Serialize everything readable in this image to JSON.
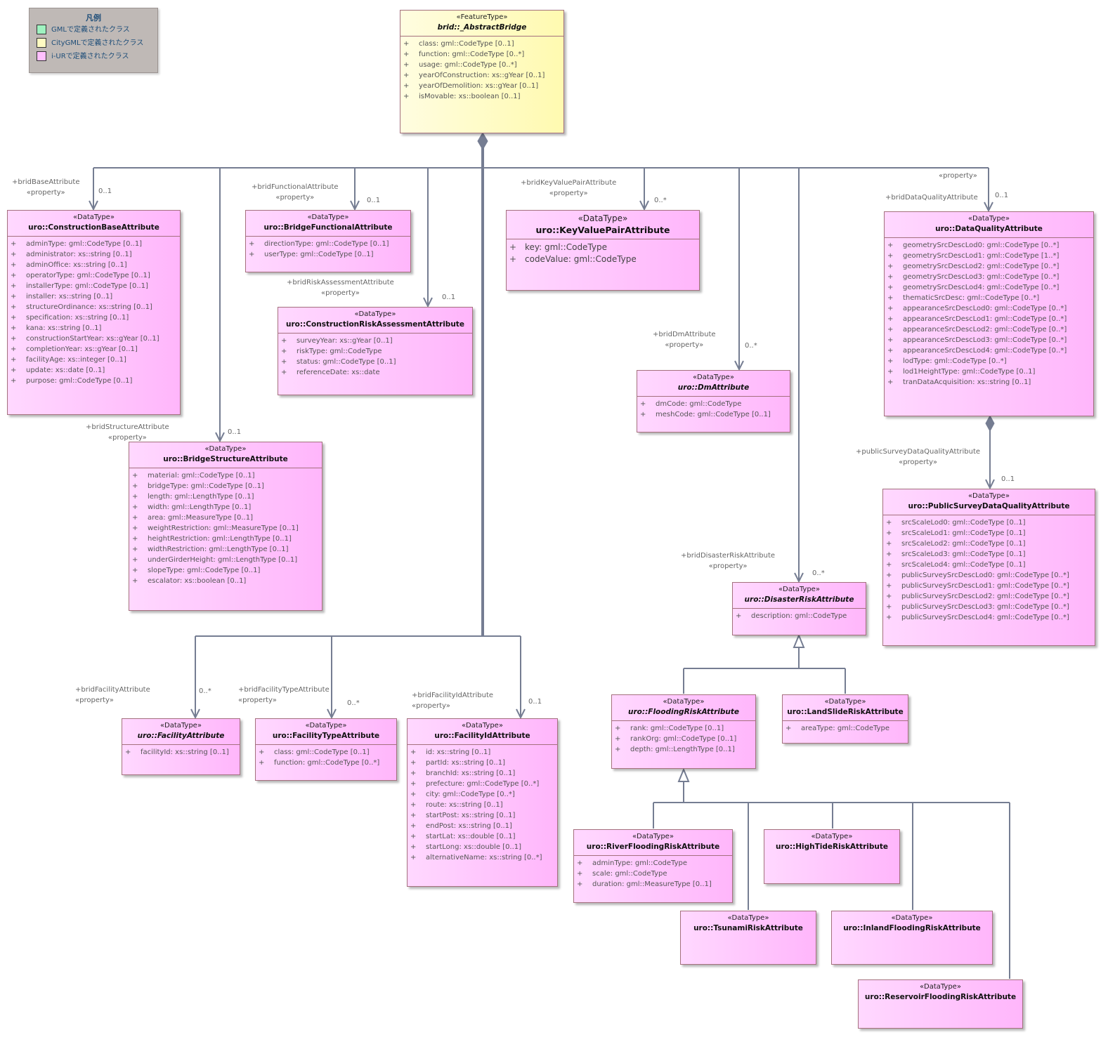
{
  "legend": {
    "title": "凡例",
    "items": [
      {
        "label": "GMLで定義されたクラス",
        "color": "#9ff2c0"
      },
      {
        "label": "CityGMLで定義されたクラス",
        "color": "#fffbc2"
      },
      {
        "label": "i-URで定義されたクラス",
        "color": "#ffc0ff"
      }
    ]
  },
  "classes": {
    "abstractBridge": {
      "stereotype": "«FeatureType»",
      "name": "brid::_AbstractBridge",
      "attrs": [
        "class: gml::CodeType [0..1]",
        "function: gml::CodeType [0..*]",
        "usage: gml::CodeType [0..*]",
        "yearOfConstruction: xs::gYear [0..1]",
        "yearOfDemolition: xs::gYear [0..1]",
        "isMovable: xs::boolean [0..1]"
      ]
    },
    "constructionBase": {
      "stereotype": "«DataType»",
      "name": "uro::ConstructionBaseAttribute",
      "attrs": [
        "adminType: gml::CodeType [0..1]",
        "administrator: xs::string [0..1]",
        "adminOffice: xs::string [0..1]",
        "operatorType: gml::CodeType [0..1]",
        "installerType: gml::CodeType [0..1]",
        "installer: xs::string [0..1]",
        "structureOrdinance: xs::string [0..1]",
        "specification: xs::string [0..1]",
        "kana: xs::string [0..1]",
        "constructionStartYear: xs::gYear [0..1]",
        "completionYear: xs::gYear [0..1]",
        "facilityAge: xs::integer [0..1]",
        "update: xs::date [0..1]",
        "purpose: gml::CodeType [0..1]"
      ]
    },
    "bridgeFunctional": {
      "stereotype": "«DataType»",
      "name": "uro::BridgeFunctionalAttribute",
      "attrs": [
        "directionType: gml::CodeType [0..1]",
        "userType: gml::CodeType [0..1]"
      ]
    },
    "riskAssessment": {
      "stereotype": "«DataType»",
      "name": "uro::ConstructionRiskAssessmentAttribute",
      "attrs": [
        "surveyYear: xs::gYear [0..1]",
        "riskType: gml::CodeType",
        "status: gml::CodeType [0..1]",
        "referenceDate: xs::date"
      ]
    },
    "keyValuePair": {
      "stereotype": "«DataType»",
      "name": "uro::KeyValuePairAttribute",
      "attrs": [
        "key: gml::CodeType",
        "codeValue: gml::CodeType"
      ]
    },
    "dataQuality": {
      "stereotype": "«DataType»",
      "name": "uro::DataQualityAttribute",
      "attrs": [
        "geometrySrcDescLod0: gml::CodeType [0..*]",
        "geometrySrcDescLod1: gml::CodeType [1..*]",
        "geometrySrcDescLod2: gml::CodeType [0..*]",
        "geometrySrcDescLod3: gml::CodeType [0..*]",
        "geometrySrcDescLod4: gml::CodeType [0..*]",
        "thematicSrcDesc: gml::CodeType [0..*]",
        "appearanceSrcDescLod0: gml::CodeType [0..*]",
        "appearanceSrcDescLod1: gml::CodeType [0..*]",
        "appearanceSrcDescLod2: gml::CodeType [0..*]",
        "appearanceSrcDescLod3: gml::CodeType [0..*]",
        "appearanceSrcDescLod4: gml::CodeType [0..*]",
        "lodType: gml::CodeType [0..*]",
        "lod1HeightType: gml::CodeType [0..1]",
        "tranDataAcquisition: xs::string [0..1]"
      ]
    },
    "dm": {
      "stereotype": "«DataType»",
      "name": "uro::DmAttribute",
      "attrs": [
        "dmCode: gml::CodeType",
        "meshCode: gml::CodeType [0..1]"
      ]
    },
    "bridgeStructure": {
      "stereotype": "«DataType»",
      "name": "uro::BridgeStructureAttribute",
      "attrs": [
        "material: gml::CodeType [0..1]",
        "bridgeType: gml::CodeType [0..1]",
        "length: gml::LengthType [0..1]",
        "width: gml::LengthType [0..1]",
        "area: gml::MeasureType [0..1]",
        "weightRestriction: gml::MeasureType [0..1]",
        "heightRestriction: gml::LengthType [0..1]",
        "widthRestriction: gml::LengthType [0..1]",
        "underGirderHeight: gml::LengthType [0..1]",
        "slopeType: gml::CodeType [0..1]",
        "escalator: xs::boolean [0..1]"
      ]
    },
    "publicSurvey": {
      "stereotype": "«DataType»",
      "name": "uro::PublicSurveyDataQualityAttribute",
      "attrs": [
        "srcScaleLod0: gml::CodeType [0..1]",
        "srcScaleLod1: gml::CodeType [0..1]",
        "srcScaleLod2: gml::CodeType [0..1]",
        "srcScaleLod3: gml::CodeType [0..1]",
        "srcScaleLod4: gml::CodeType [0..1]",
        "publicSurveySrcDescLod0: gml::CodeType [0..*]",
        "publicSurveySrcDescLod1: gml::CodeType [0..*]",
        "publicSurveySrcDescLod2: gml::CodeType [0..*]",
        "publicSurveySrcDescLod3: gml::CodeType [0..*]",
        "publicSurveySrcDescLod4: gml::CodeType [0..*]"
      ]
    },
    "disasterRisk": {
      "stereotype": "«DataType»",
      "name": "uro::DisasterRiskAttribute",
      "attrs": [
        "description: gml::CodeType"
      ]
    },
    "facility": {
      "stereotype": "«DataType»",
      "name": "uro::FacilityAttribute",
      "attrs": [
        "facilityId: xs::string [0..1]"
      ]
    },
    "facilityType": {
      "stereotype": "«DataType»",
      "name": "uro::FacilityTypeAttribute",
      "attrs": [
        "class: gml::CodeType [0..1]",
        "function: gml::CodeType [0..*]"
      ]
    },
    "facilityId": {
      "stereotype": "«DataType»",
      "name": "uro::FacilityIdAttribute",
      "attrs": [
        "id: xs::string [0..1]",
        "partId: xs::string [0..1]",
        "branchId: xs::string [0..1]",
        "prefecture: gml::CodeType [0..*]",
        "city: gml::CodeType [0..*]",
        "route: xs::string [0..1]",
        "startPost: xs::string [0..1]",
        "endPost: xs::string [0..1]",
        "startLat: xs::double [0..1]",
        "startLong: xs::double [0..1]",
        "alternativeName: xs::string [0..*]"
      ]
    },
    "floodingRisk": {
      "stereotype": "«DataType»",
      "name": "uro::FloodingRiskAttribute",
      "attrs": [
        "rank: gml::CodeType [0..1]",
        "rankOrg: gml::CodeType [0..1]",
        "depth: gml::LengthType [0..1]"
      ]
    },
    "landSlide": {
      "stereotype": "«DataType»",
      "name": "uro::LandSlideRiskAttribute",
      "attrs": [
        "areaType: gml::CodeType"
      ]
    },
    "riverFlooding": {
      "stereotype": "«DataType»",
      "name": "uro::RiverFloodingRiskAttribute",
      "attrs": [
        "adminType: gml::CodeType",
        "scale: gml::CodeType",
        "duration: gml::MeasureType [0..1]"
      ]
    },
    "highTide": {
      "stereotype": "«DataType»",
      "name": "uro::HighTideRiskAttribute",
      "attrs": []
    },
    "tsunami": {
      "stereotype": "«DataType»",
      "name": "uro::TsunamiRiskAttribute",
      "attrs": []
    },
    "inlandFlooding": {
      "stereotype": "«DataType»",
      "name": "uro::InlandFloodingRiskAttribute",
      "attrs": []
    },
    "reservoirFlooding": {
      "stereotype": "«DataType»",
      "name": "uro::ReservoirFloodingRiskAttribute",
      "attrs": []
    }
  },
  "roles": {
    "base": {
      "role": "+bridBaseAttribute",
      "stereotype": "«property»",
      "multiplicity": "0..1"
    },
    "functional": {
      "role": "+bridFunctionalAttribute",
      "stereotype": "«property»",
      "multiplicity": "0..1"
    },
    "risk": {
      "role": "+bridRiskAssessmentAttribute",
      "stereotype": "«property»",
      "multiplicity": "0..1"
    },
    "keyValue": {
      "role": "+bridKeyValuePairAttribute",
      "stereotype": "«property»",
      "multiplicity": "0..*"
    },
    "dataQuality": {
      "role": "+bridDataQualityAttribute",
      "stereotype": "«property»",
      "multiplicity": "0..1"
    },
    "dm": {
      "role": "+bridDmAttribute",
      "stereotype": "«property»",
      "multiplicity": "0..*"
    },
    "structure": {
      "role": "+bridStructureAttribute",
      "stereotype": "«property»",
      "multiplicity": "0..1"
    },
    "publicSurvey": {
      "role": "+publicSurveyDataQualityAttribute",
      "stereotype": "«property»",
      "multiplicity": "0..1"
    },
    "disaster": {
      "role": "+bridDisasterRiskAttribute",
      "stereotype": "«property»",
      "multiplicity": "0..*"
    },
    "facility": {
      "role": "+bridFacilityAttribute",
      "stereotype": "«property»",
      "multiplicity": "0..*"
    },
    "facilityType": {
      "role": "+bridFacilityTypeAttribute",
      "stereotype": "«property»",
      "multiplicity": "0..*"
    },
    "facilityId": {
      "role": "+bridFacilityIdAttribute",
      "stereotype": "«property»",
      "multiplicity": "0..1"
    }
  }
}
